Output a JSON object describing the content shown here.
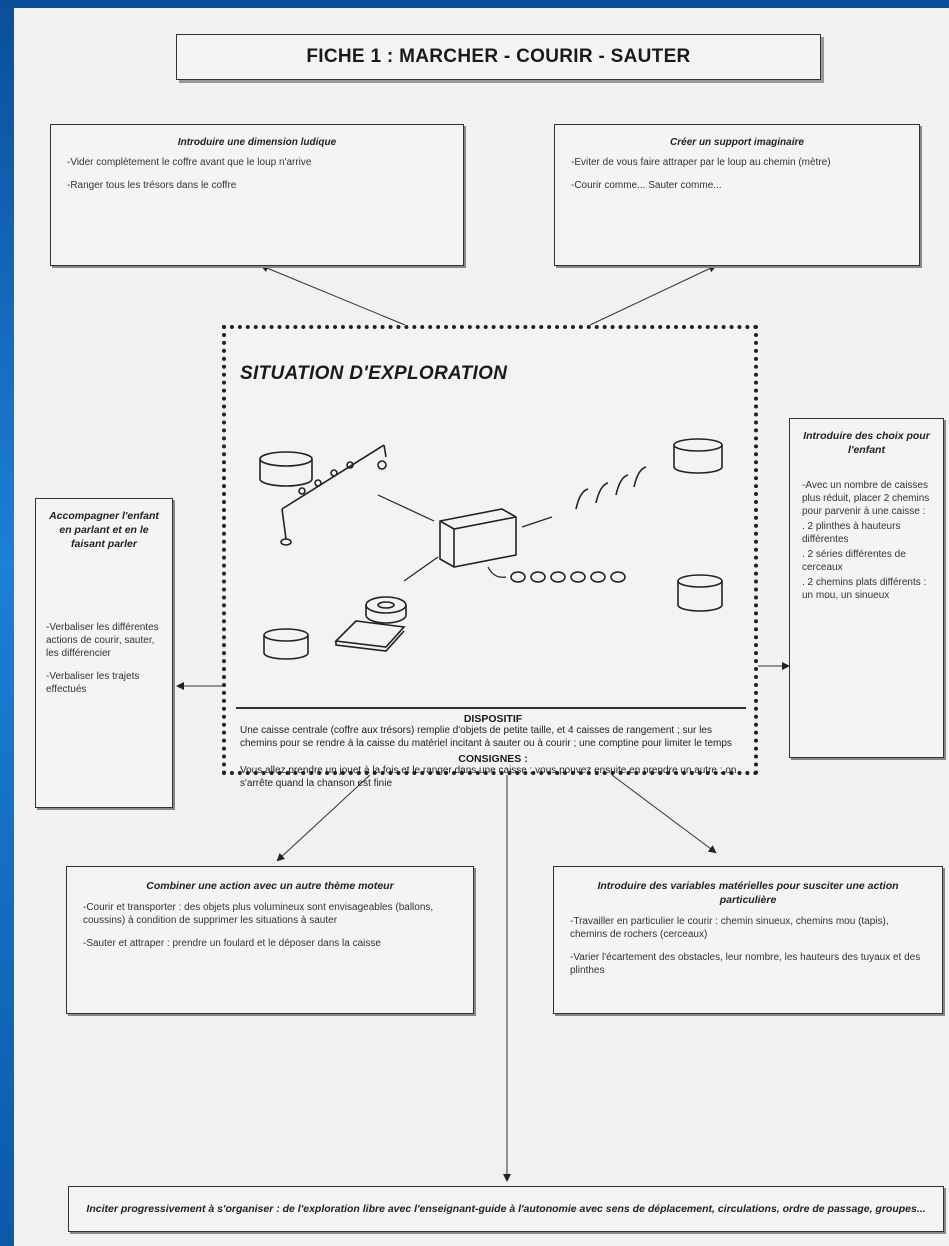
{
  "title": "FICHE 1 : MARCHER - COURIR - SAUTER",
  "top_left": {
    "title": "Introduire une dimension ludique",
    "paragraphs": [
      "-Vider complètement le coffre avant que le loup n'arrive",
      "-Ranger tous les trésors dans le coffre"
    ]
  },
  "top_right": {
    "title": "Créer un support imaginaire",
    "paragraphs": [
      "-Eviter de vous faire attraper par le loup au chemin (mètre)",
      "-Courir comme... Sauter comme..."
    ]
  },
  "center": {
    "title": "SITUATION D'EXPLORATION",
    "dispositif_title": "DISPOSITIF",
    "dispositif_text": "Une caisse centrale (coffre aux trésors) remplie d'objets de petite taille, et 4 caisses de rangement ; sur les chemins pour se rendre à la caisse du matériel incitant à sauter ou à courir ; une comptine pour limiter le temps",
    "consignes_title": "CONSIGNES :",
    "consignes_text": "Vous allez prendre un jouet à la fois et le ranger dans une caisse ; vous pouvez ensuite en prendre un autre ; on s'arrête quand la chanson est finie"
  },
  "left": {
    "title": "Accompagner l'enfant en parlant et en le faisant parler",
    "paragraphs": [
      "-Verbaliser les différentes actions de courir, sauter, les différencier",
      "-Verbaliser les trajets effectués"
    ]
  },
  "right": {
    "title": "Introduire des choix pour l'enfant",
    "paragraphs": [
      "-Avec un nombre de caisses plus réduit, placer 2 chemins pour parvenir à une caisse :",
      ". 2 plinthes à hauteurs différentes",
      ". 2 séries différentes de cerceaux",
      ". 2 chemins plats différents : un mou, un sinueux"
    ]
  },
  "bottom_left": {
    "title": "Combiner une action avec un autre thème moteur",
    "paragraphs": [
      "-Courir et transporter : des objets plus volumineux sont envisageables (ballons, coussins) à condition de supprimer les situations à sauter",
      "-Sauter et attraper : prendre un foulard et le déposer dans la caisse"
    ]
  },
  "bottom_right": {
    "title": "Introduire des variables matérielles pour susciter une action particulière",
    "paragraphs": [
      "-Travailler en particulier le courir : chemin sinueux, chemins mou (tapis), chemins de rochers (cerceaux)",
      "-Varier l'écartement des obstacles, leur nombre, les hauteurs des tuyaux et des plinthes"
    ]
  },
  "footer": "Inciter progressivement à s'organiser : de l'exploration libre avec l'enseignant-guide à l'autonomie avec sens de déplacement, circulations, ordre de passage, groupes...",
  "colors": {
    "background_blue": "#0c5fae",
    "paper": "#f1f1ef",
    "ink": "#1a1a1a"
  },
  "drawing_items": [
    "central-treasure-chest",
    "storage-bin",
    "hurdle-rack",
    "stepping-stones",
    "hoop-line",
    "tire-stack",
    "mat"
  ]
}
